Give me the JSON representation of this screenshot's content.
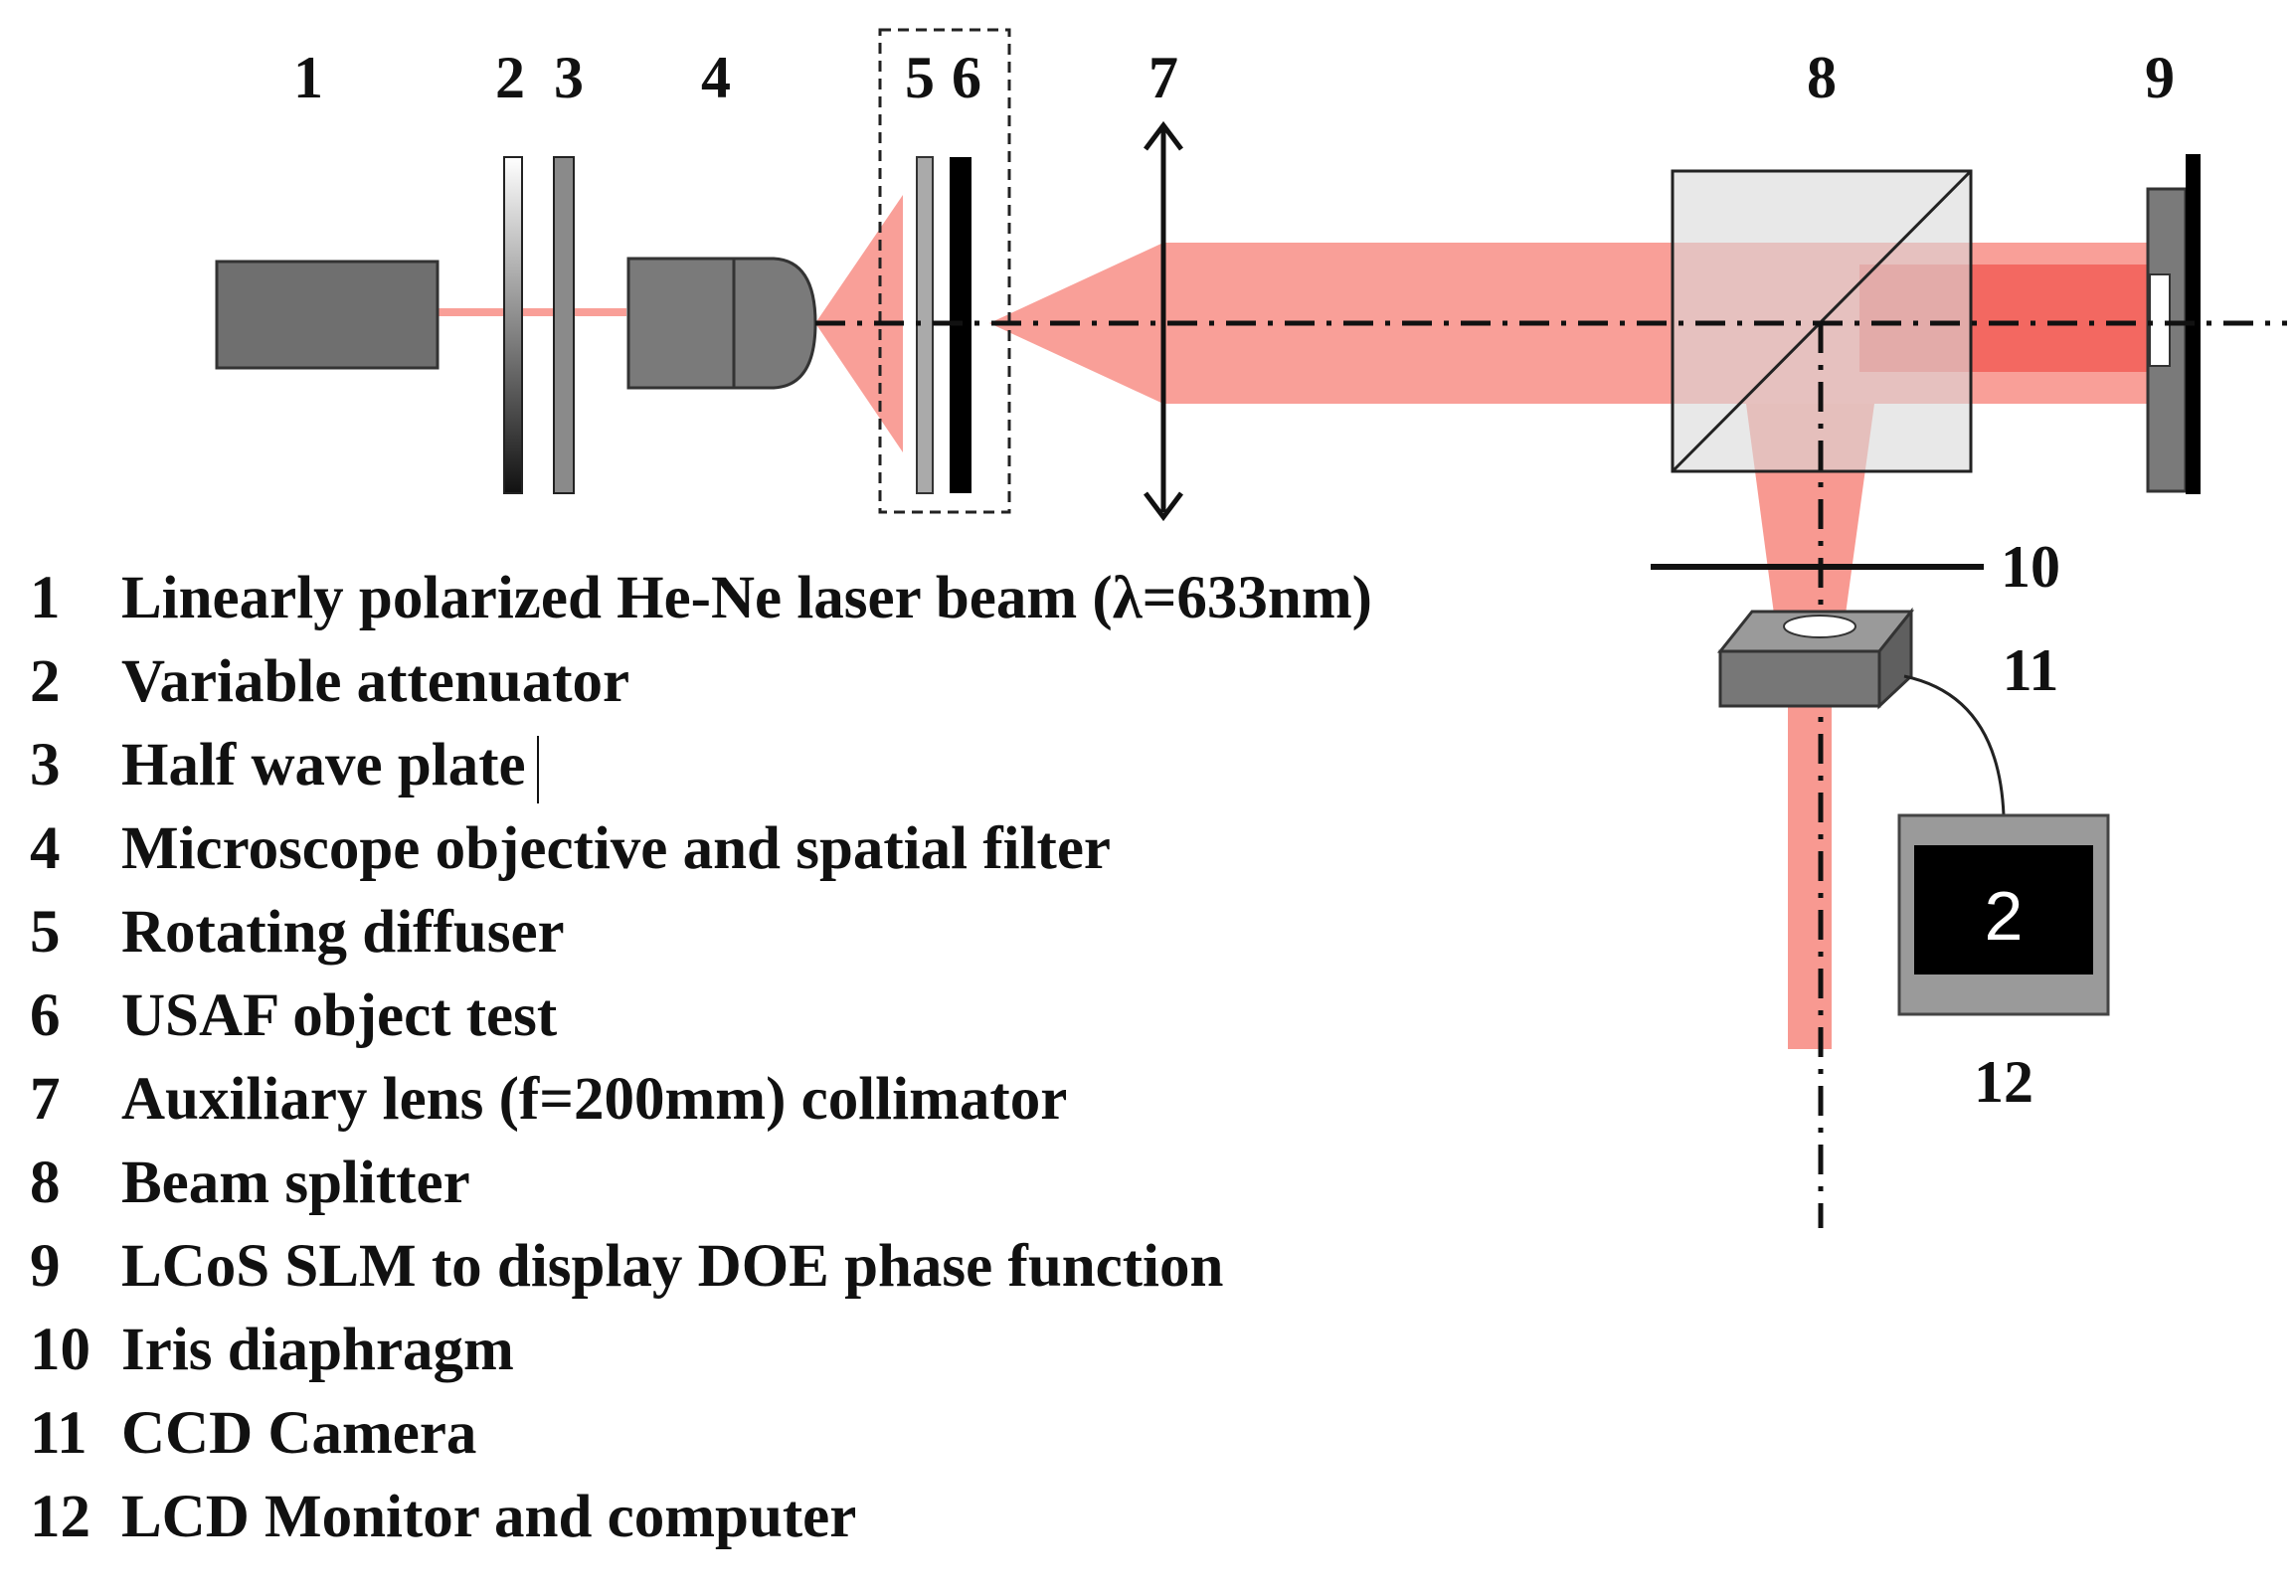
{
  "components": [
    {
      "number": "1",
      "description": "Linearly polarized He-Ne laser beam (λ=633nm)"
    },
    {
      "number": "2",
      "description": "Variable attenuator"
    },
    {
      "number": "3",
      "description": "Half wave plate"
    },
    {
      "number": "4",
      "description": "Microscope objective and spatial filter"
    },
    {
      "number": "5",
      "description": "Rotating diffuser"
    },
    {
      "number": "6",
      "description": "USAF object test"
    },
    {
      "number": "7",
      "description": "Auxiliary lens (f=200mm) collimator"
    },
    {
      "number": "8",
      "description": "Beam splitter"
    },
    {
      "number": "9",
      "description": "LCoS SLM to display DOE phase function"
    },
    {
      "number": "10",
      "description": "Iris diaphragm"
    },
    {
      "number": "11",
      "description": "CCD Camera"
    },
    {
      "number": "12",
      "description": "LCD Monitor and computer"
    }
  ],
  "monitor_screen_text": "2",
  "colors": {
    "beam": "#f7877e",
    "beam_bright": "#ee3a35",
    "component_gray": "#7a7a7a",
    "background": "#ffffff"
  }
}
